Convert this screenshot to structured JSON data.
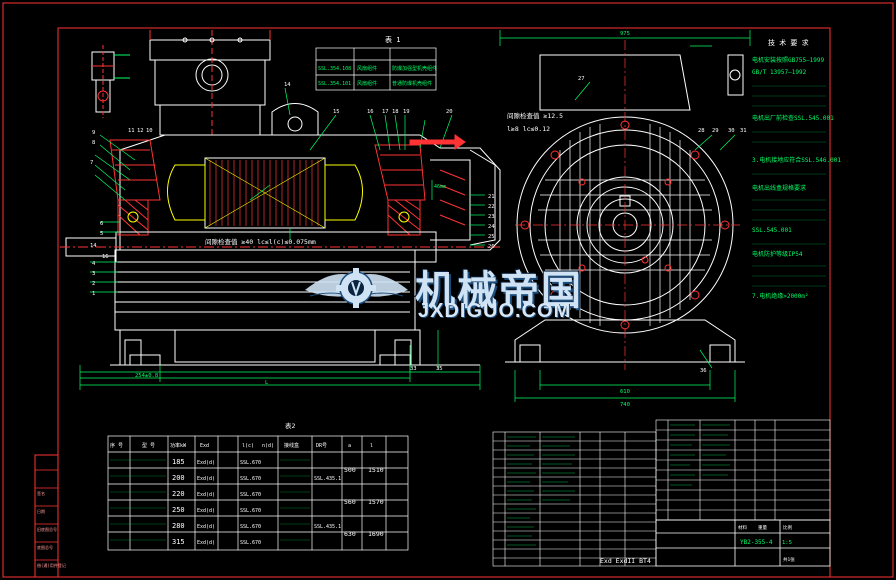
{
  "colors": {
    "background": "#000000",
    "frame": "#ff3333",
    "outline": "#ffffff",
    "dimension": "#00ff66",
    "hatch": "#ff3333",
    "table": "#ffffff",
    "table_text": "#00ff66",
    "highlight": "#ffff00",
    "centerline": "#ff3333",
    "watermark": "#cfe3f5"
  },
  "table1": {
    "title": "表 1",
    "rows": [
      [
        "SSL.354.108",
        "风扇组件",
        "防爆加强型机壳组件"
      ],
      [
        "SSL.354.101",
        "风扇组件",
        "普通防爆机壳组件"
      ]
    ]
  },
  "table2": {
    "title": "表2",
    "header": [
      "序 号",
      "型 号",
      "功率kW",
      "Exd",
      "l(c)",
      "n(d)",
      "接线盒",
      "DR号",
      "a",
      "l"
    ],
    "power_values": [
      "185",
      "200",
      "220",
      "250",
      "280",
      "315"
    ],
    "enclosure_values": [
      "Exd(d)",
      "Exd(d)",
      "Exd(d)",
      "Exd(d)",
      "Exd(d)",
      "Exd(d)"
    ],
    "code_column": [
      "SSL.670",
      "SSL.670",
      "SSL.670",
      "SSL.670",
      "SSL.670",
      "SSL.670"
    ],
    "dims": [
      "500",
      "560",
      "630"
    ],
    "lengths": [
      "1510",
      "1570",
      "1690"
    ],
    "part_ref": [
      "SSL.435.1",
      "SSL.435.1"
    ]
  },
  "notes": {
    "title": "技 术 要 求",
    "lines": [
      "电机安装按照GB755—1999",
      "GB/T 13957—1992",
      "电机出厂前检查SSL.545.001",
      "3.电机接地应符合SSL.546.001",
      "电机出线盒规格要求",
      "SSL.545.001",
      "电机防护等级IP54",
      "7.电机绝缘>2000m²"
    ]
  },
  "annotations": {
    "air_gap": "间隙检查值 ≥40  lc≤l(c)≤0.075mm",
    "shaft_gap": "间隙检查值 ≥12.5",
    "shaft_gap2": "l≥8  lc≤0.12",
    "dim_975": "975",
    "dim_740": "740",
    "dim_610": "610",
    "dim_254": "254±0.8",
    "dim_L": "L",
    "dim_14": "14",
    "dim_16": "16",
    "part_nums_top": [
      "11",
      "12",
      "10",
      "14",
      "15",
      "16",
      "17",
      "18",
      "19",
      "20"
    ],
    "part_nums_left": [
      "9",
      "8",
      "7",
      "6",
      "5",
      "4",
      "3",
      "2",
      "1"
    ],
    "part_nums_right": [
      "21",
      "22",
      "23",
      "24",
      "25",
      "26"
    ],
    "part_nums_end": [
      "27",
      "28",
      "29",
      "30",
      "31",
      "33",
      "35",
      "36"
    ],
    "dim_46": "46mm"
  },
  "title_block": {
    "drawing_name": "YB2-355-4",
    "model": "Exd ExdII BT4",
    "scale": "1:5",
    "field_material": "材料",
    "field_weight": "重量",
    "field_ratio": "比例",
    "field_sheet": "共1张"
  },
  "watermark": {
    "cn": "机械帝国",
    "en": "JXDIGUO.COM"
  },
  "left_strip": [
    "签名",
    "日期",
    "旧底图总号",
    "底图总号",
    "借(通)用件登记"
  ]
}
